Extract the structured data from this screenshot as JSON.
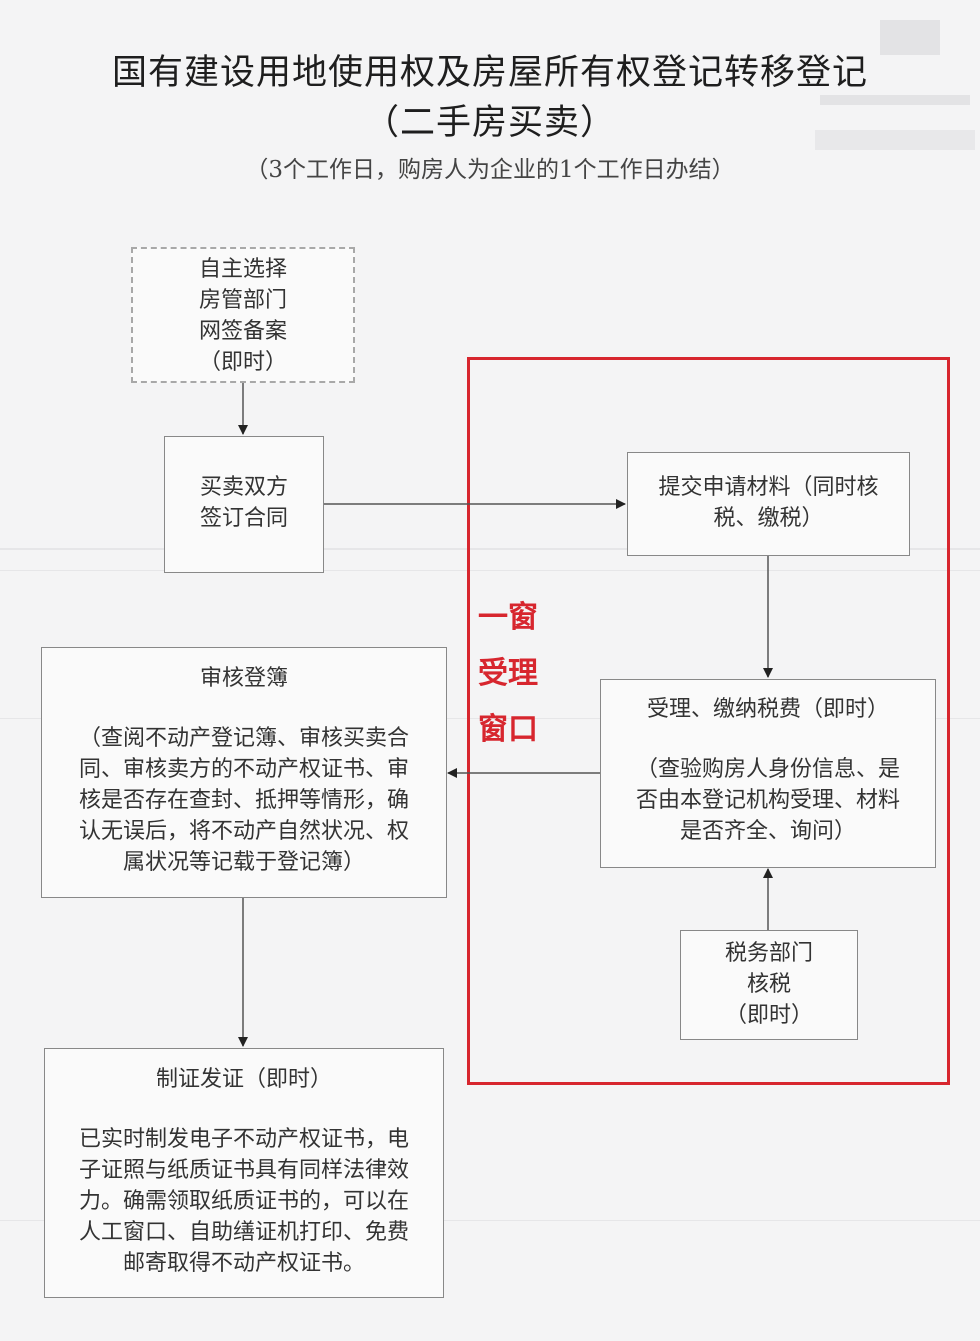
{
  "title": "国有建设用地使用权及房屋所有权登记转移登记",
  "title_sub": "（二手房买卖）",
  "subtitle": "（3个工作日，购房人为企业的1个工作日办结）",
  "window_label": [
    "一窗",
    "受理",
    "窗口"
  ],
  "colors": {
    "accent": "#d7262e",
    "border": "#888888",
    "background": "#f4f4f5"
  },
  "nodes": {
    "online_filing": {
      "lines": [
        "自主选择",
        "房管部门",
        "网签备案",
        "（即时）"
      ]
    },
    "sign_contract": {
      "lines": [
        "买卖双方",
        "签订合同"
      ]
    },
    "submit_materials": {
      "lines": [
        "提交申请材料（同时核",
        "税、缴税）"
      ]
    },
    "accept_pay": {
      "heading": "受理、缴纳税费（即时）",
      "lines": [
        "（查验购房人身份信息、是",
        "否由本登记机构受理、材料",
        "是否齐全、询问）"
      ]
    },
    "tax_dept": {
      "lines": [
        "税务部门",
        "核税",
        "（即时）"
      ]
    },
    "review_register": {
      "heading": "审核登簿",
      "lines": [
        "（查阅不动产登记簿、审核买卖合",
        "同、审核卖方的不动产权证书、审",
        "核是否存在查封、抵押等情形，确",
        "认无误后，将不动产自然状况、权",
        "属状况等记载于登记簿）"
      ]
    },
    "issue_cert": {
      "heading": "制证发证（即时）",
      "lines": [
        "已实时制发电子不动产权证书，电",
        "子证照与纸质证书具有同样法律效",
        "力。确需领取纸质证书的，可以在",
        "人工窗口、自助缮证机打印、免费",
        "邮寄取得不动产权证书。"
      ]
    }
  }
}
